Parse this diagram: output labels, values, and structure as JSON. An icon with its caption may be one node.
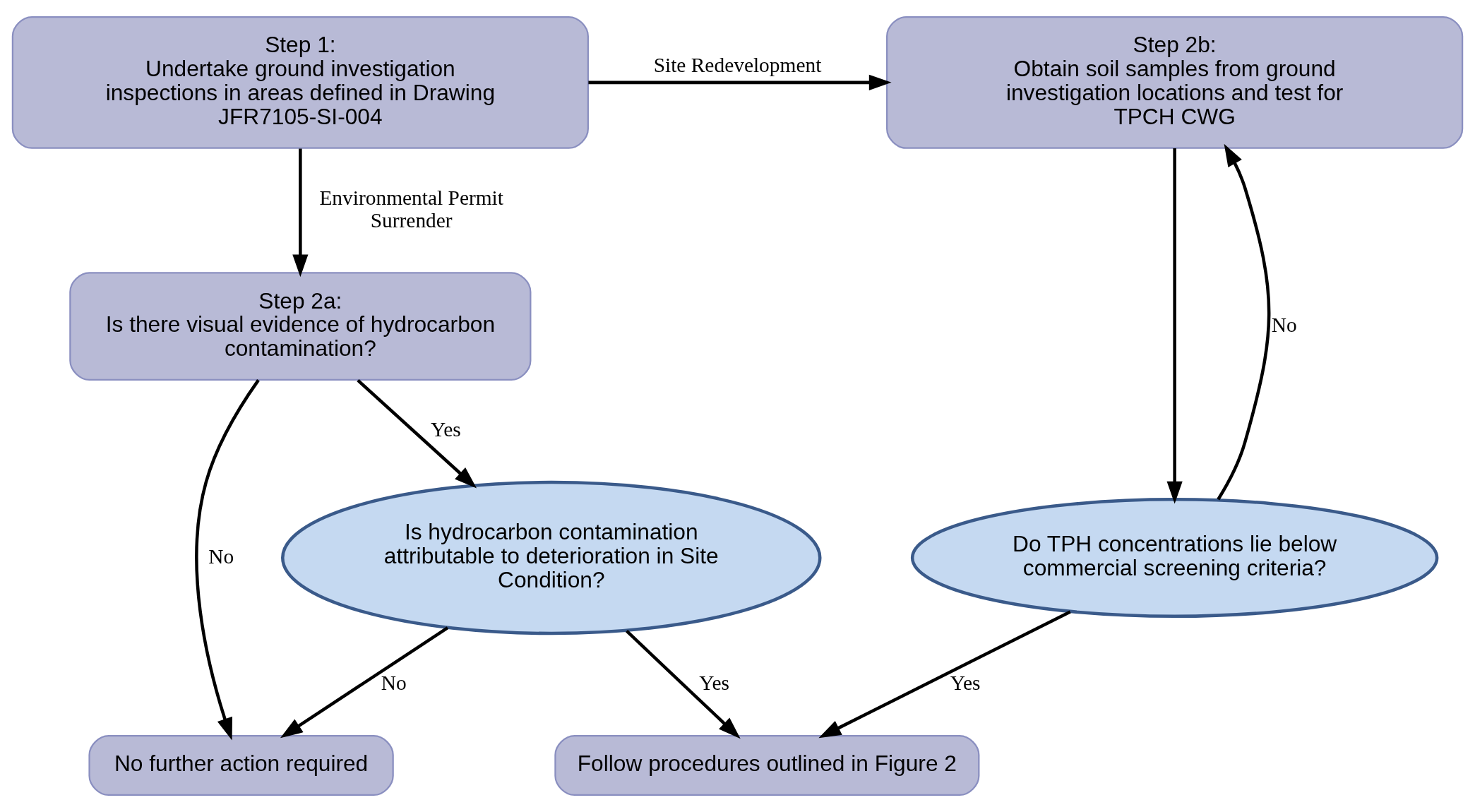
{
  "diagram": {
    "nodes": [
      {
        "text": [
          "Step 1:",
          "Undertake ground investigation inspections in areas defined in Drawing JFR7105-SI-004"
        ]
      },
      {
        "text": [
          "Step 2b:",
          "Obtain soil samples from ground investigation locations and test for TPCH CWG"
        ]
      },
      {
        "text": [
          "Step 2a:",
          "Is there visual evidence of hydrocarbon contamination?"
        ]
      },
      {
        "text": [
          "No further action required"
        ]
      },
      {
        "text": [
          "Is hydrocarbon contamination attributable to deterioration in Site Condition?"
        ]
      },
      {
        "text": [
          "Do TPH concentrations lie below commercial screening criteria?"
        ]
      },
      {
        "text": [
          "Follow procedures outlined in Figure 2"
        ]
      }
    ],
    "edges": [
      {
        "from": 0,
        "to": 1,
        "arrow": "to",
        "label": "Site Redevelopment"
      },
      {
        "from": 0,
        "to": 2,
        "arrow": "to",
        "label": "Environmental Permit Surrender"
      },
      {
        "from": 2,
        "to": 3,
        "arrow": "to",
        "label": "No"
      },
      {
        "from": 2,
        "to": 4,
        "arrow": "to",
        "label": "Yes"
      },
      {
        "from": 4,
        "to": 3,
        "arrow": "to",
        "label": "No"
      },
      {
        "from": 4,
        "to": 6,
        "arrow": "to",
        "label": "Yes"
      },
      {
        "from": 1,
        "to": 5,
        "arrow": "to"
      },
      {
        "from": 5,
        "to": 1,
        "arrow": "to",
        "label": "No"
      },
      {
        "from": 5,
        "to": 6,
        "arrow": "to",
        "label": "Yes"
      }
    ]
  }
}
